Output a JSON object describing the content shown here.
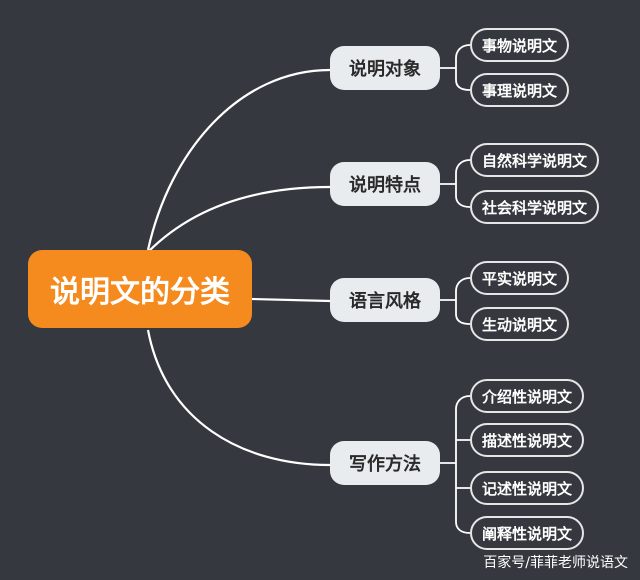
{
  "root": {
    "label": "说明文的分类"
  },
  "branches": [
    {
      "label": "说明对象",
      "leaves": [
        "事物说明文",
        "事理说明文"
      ]
    },
    {
      "label": "说明特点",
      "leaves": [
        "自然科学说明文",
        "社会科学说明文"
      ]
    },
    {
      "label": "语言风格",
      "leaves": [
        "平实说明文",
        "生动说明文"
      ]
    },
    {
      "label": "写作方法",
      "leaves": [
        "介绍性说明文",
        "描述性说明文",
        "记述性说明文",
        "阐释性说明文"
      ]
    }
  ],
  "watermark": "百家号/菲菲老师说语文",
  "colors": {
    "background": "#35393f",
    "root": "#f58a1f",
    "branch": "#e9ecef",
    "line": "#ffffff"
  }
}
